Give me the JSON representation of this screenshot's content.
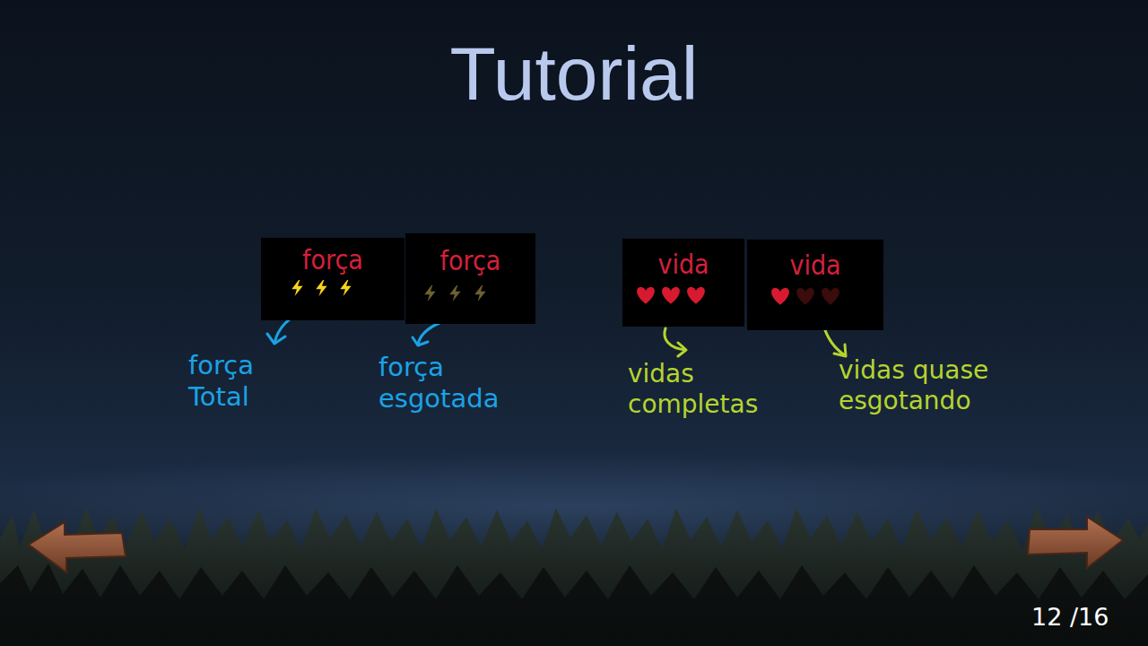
{
  "diagram": {
    "title": "Tutorial",
    "nodes": [
      {
        "text": [
          "força"
        ]
      },
      {
        "text": [
          "força"
        ]
      },
      {
        "text": [
          "vida"
        ]
      },
      {
        "text": [
          "vida"
        ]
      }
    ],
    "labels": [
      "força Total",
      "força esgotada",
      "vidas completas",
      "vidas quase esgotando",
      "12 /16"
    ]
  }
}
